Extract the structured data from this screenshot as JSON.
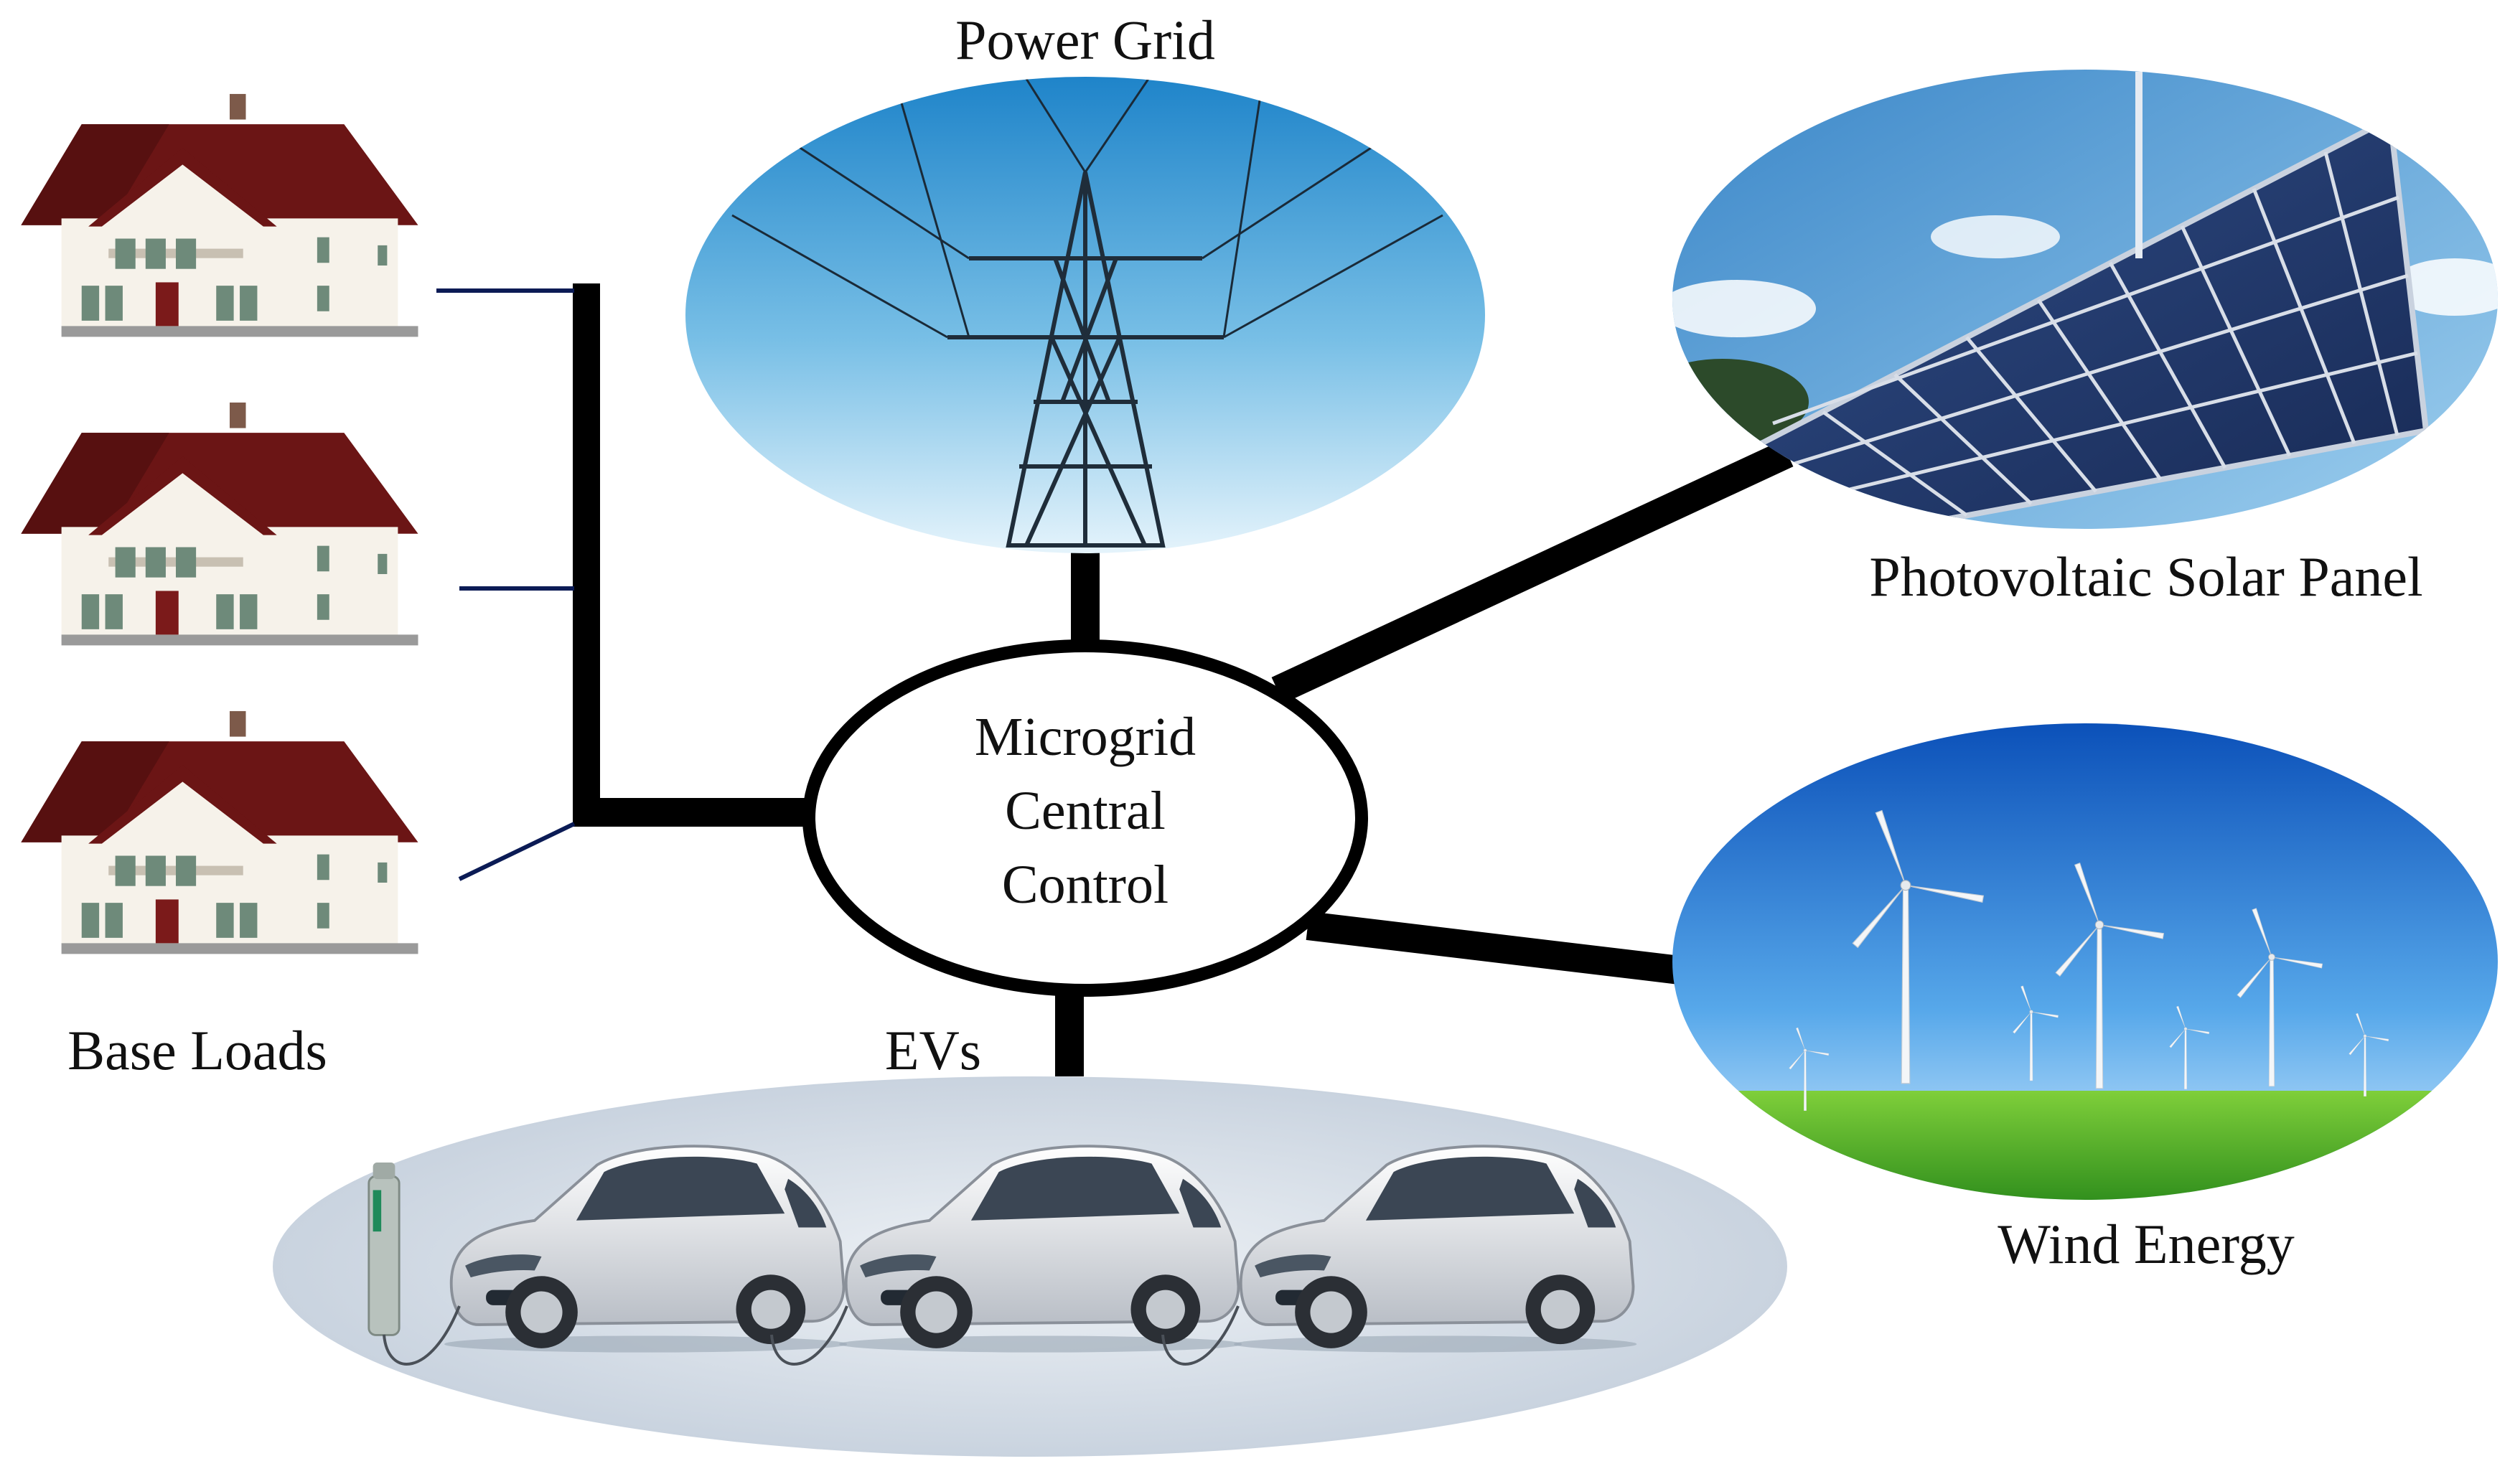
{
  "labels": {
    "power_grid": "Power Grid",
    "solar": "Photovoltaic Solar Panel",
    "wind": "Wind Energy",
    "base_loads": "Base Loads",
    "evs": "EVs",
    "central_line1": "Microgrid",
    "central_line2": "Central",
    "central_line3": "Control"
  },
  "colors": {
    "connector": "#000000",
    "house_feeder": "#0b1b55",
    "roof": "#6b1515",
    "sky_blue": "#2f8fd8",
    "grass": "#43b02a",
    "ev_backdrop": "#d6dee8"
  },
  "icons": {
    "house": "house-icon",
    "pylon": "transmission-tower-icon",
    "solar": "solar-panel-icon",
    "turbine": "wind-turbine-icon",
    "car": "electric-car-icon",
    "charger": "charging-station-icon"
  }
}
